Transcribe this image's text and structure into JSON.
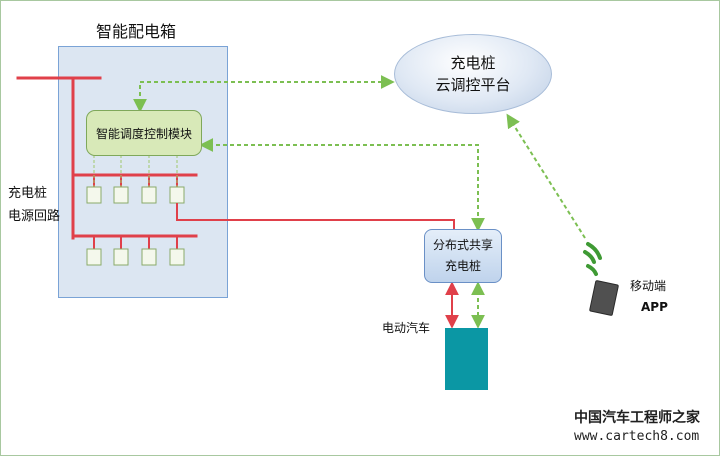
{
  "distribution_box": {
    "title": "智能配电箱",
    "module_label": "智能调度控制模块"
  },
  "power_circuit": {
    "line1": "充电桩",
    "line2": "电源回路"
  },
  "cloud_platform": {
    "line1": "充电桩",
    "line2": "云调控平台"
  },
  "charging_pile": {
    "line1": "分布式共享",
    "line2": "充电桩"
  },
  "vehicle": {
    "label": "电动汽车"
  },
  "mobile": {
    "label": "移动端",
    "app": "APP"
  },
  "watermark": {
    "line1": "中国汽车工程师之家",
    "line2": "www.cartech8.com"
  },
  "colors": {
    "power_line": "#e0404a",
    "data_link": "#7cbf52",
    "box_fill": "#dce6f2",
    "vehicle": "#0b97a4"
  }
}
